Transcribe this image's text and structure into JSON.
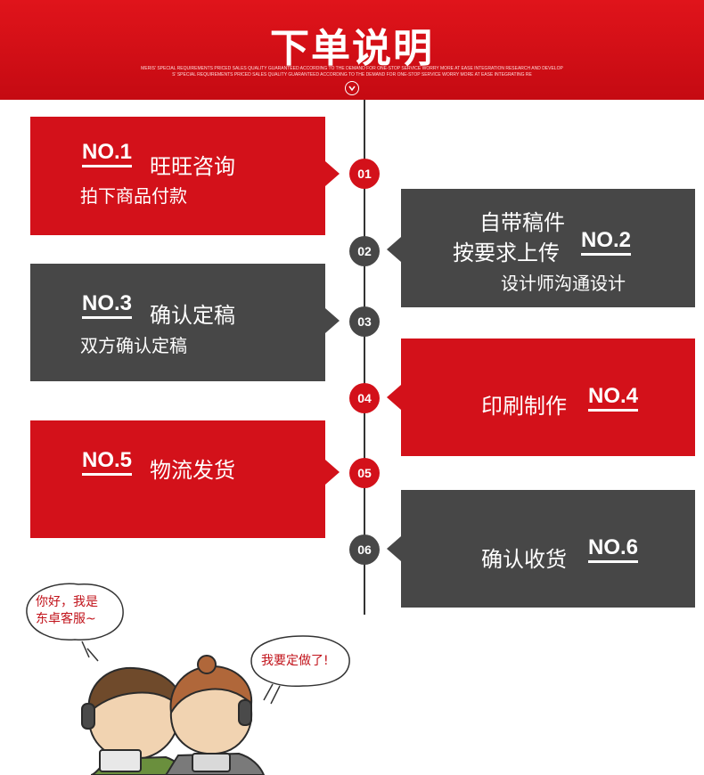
{
  "header": {
    "title": "下单说明",
    "subtitle_line1": "MERIS' SPECIAL REQUIREMENTS PRICED SALES QUALITY GUARANTEED ACCORDING TO THE DEMAND FOR ONE-STOP SERVICE WORRY MORE AT EASE INTEGRATION RESEARCH AND DEVELOP",
    "subtitle_line2": "S' SPECIAL REQUIREMENTS PRICED SALES QUALITY GUARANTEED ACCORDING TO THE DEMAND FOR ONE-STOP SERVICE WORRY MORE AT EASE INTEGRATING RE"
  },
  "steps": [
    {
      "no": "NO.1",
      "title": "旺旺咨询",
      "desc": "拍下商品付款",
      "dot": "01"
    },
    {
      "no": "NO.2",
      "title_line1": "自带稿件",
      "title_line2": "按要求上传",
      "desc": "设计师沟通设计",
      "dot": "02"
    },
    {
      "no": "NO.3",
      "title": "确认定稿",
      "desc": "双方确认定稿",
      "dot": "03"
    },
    {
      "no": "NO.4",
      "title": "印刷制作",
      "dot": "04"
    },
    {
      "no": "NO.5",
      "title": "物流发货",
      "dot": "05"
    },
    {
      "no": "NO.6",
      "title": "确认收货",
      "dot": "06"
    }
  ],
  "speech": {
    "left_line1": "你好，我是",
    "left_line2": "东卓客服~",
    "right": "我要定做了!"
  },
  "colors": {
    "red": "#d3111a",
    "dark": "#474747",
    "banner": "#d3111a"
  }
}
